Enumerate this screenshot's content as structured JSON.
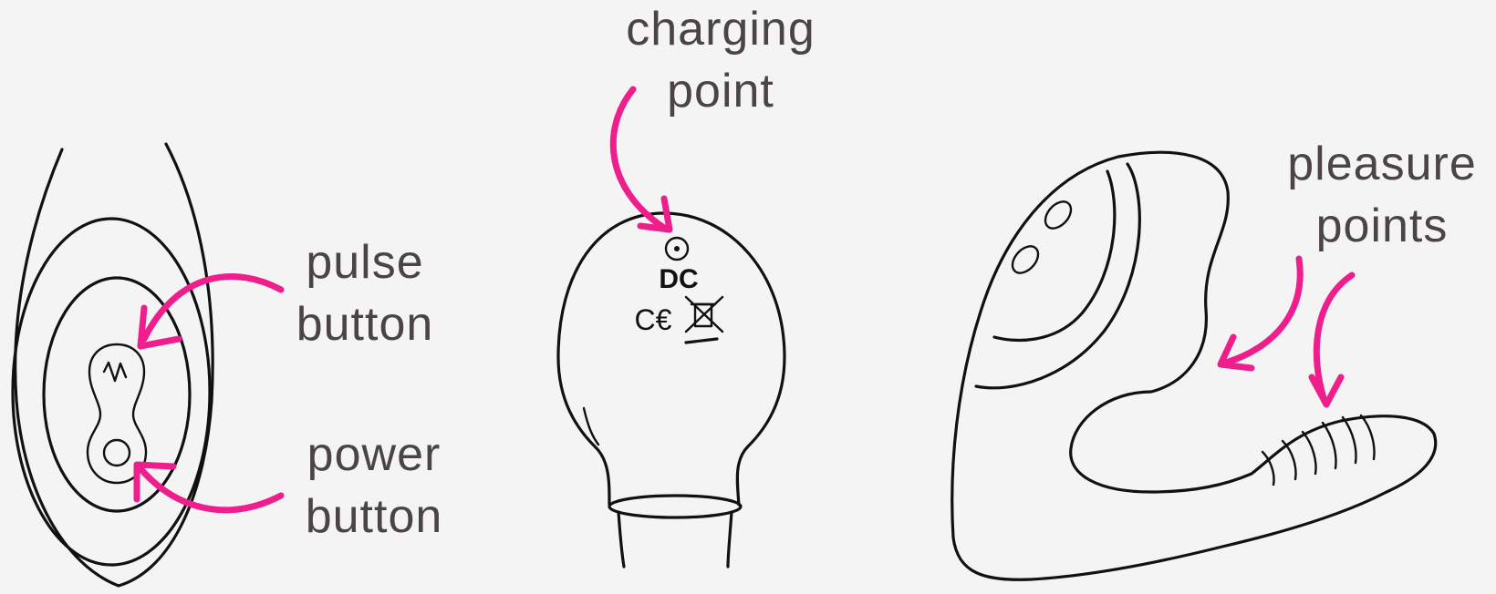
{
  "labels": {
    "charging": [
      "charging",
      "point"
    ],
    "pulse": [
      "pulse",
      "button"
    ],
    "power": [
      "power",
      "button"
    ],
    "pleasure": [
      "pleasure",
      "points"
    ]
  },
  "markings": {
    "dc": "DC",
    "ce": "C€"
  },
  "colors": {
    "arrow": "#ee1e8c",
    "outline": "#111111",
    "label": "#4a4444",
    "background": "#f4f4f4"
  }
}
